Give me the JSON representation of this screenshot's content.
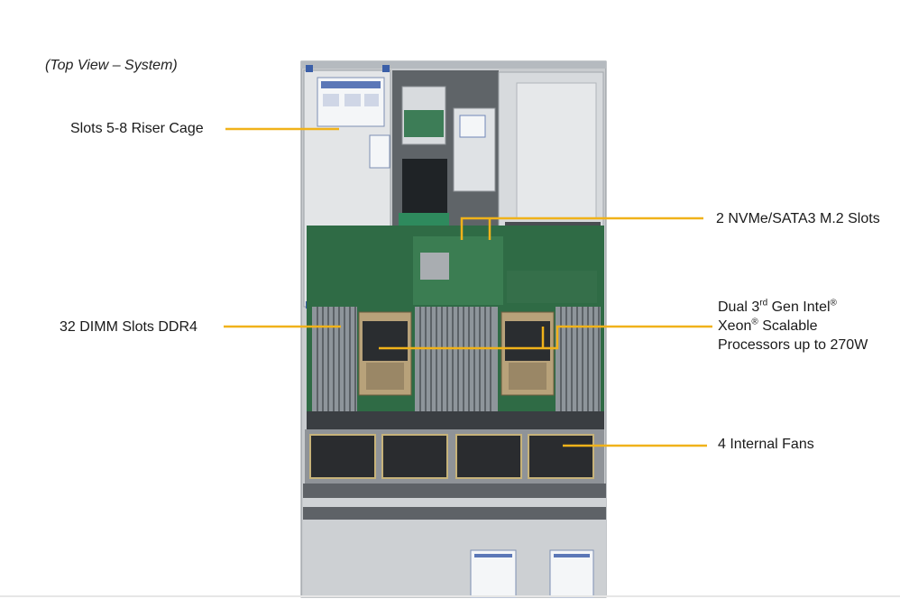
{
  "caption": "(Top View – System)",
  "labels": {
    "riser": "Slots 5-8 Riser Cage",
    "m2": "2 NVMe/SATA3 M.2 Slots",
    "dimm": "32 DIMM Slots DDR4",
    "cpu_line1_a": "Dual 3",
    "cpu_line1_sup1": "rd",
    "cpu_line1_b": " Gen Intel",
    "cpu_line1_sup2": "®",
    "cpu_line2_a": "Xeon",
    "cpu_line2_sup": "®",
    "cpu_line2_b": " Scalable",
    "cpu_line3": "Processors up to 270W",
    "fans": "4 Internal  Fans"
  },
  "colors": {
    "callout": "#f0b21a",
    "chassis": "#c9cccf",
    "board": "#2f6b45",
    "dimm": "#8e959b"
  }
}
